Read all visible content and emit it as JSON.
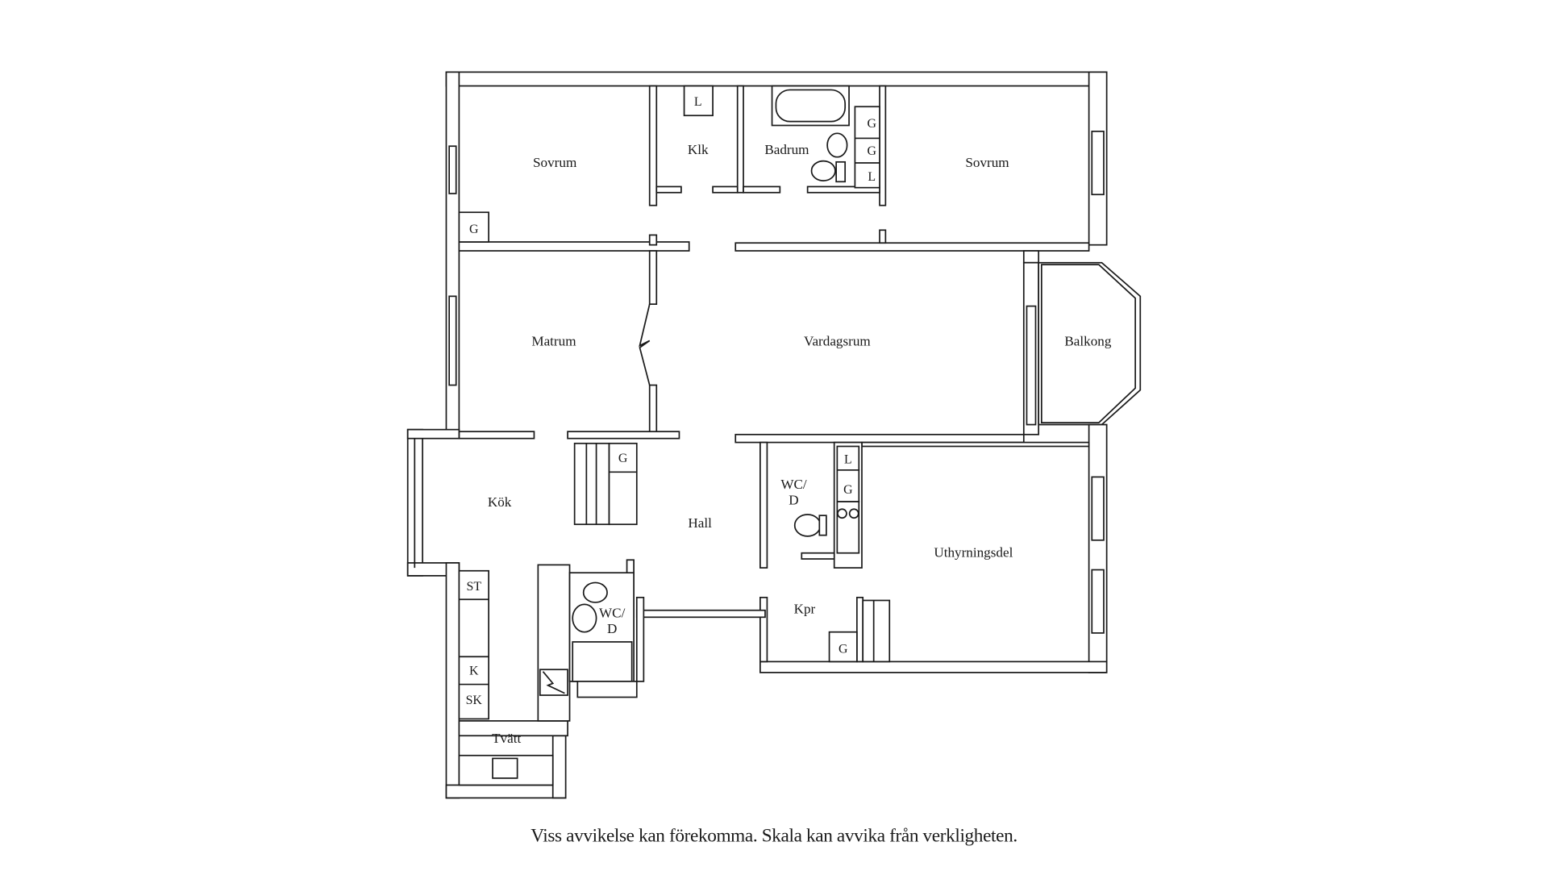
{
  "rooms": {
    "sovrum_left": "Sovrum",
    "klk": "Klk",
    "badrum": "Badrum",
    "sovrum_right": "Sovrum",
    "matrum": "Matrum",
    "vardagsrum": "Vardagsrum",
    "balkong": "Balkong",
    "kok": "Kök",
    "hall": "Hall",
    "wc_upper_1": "WC/",
    "wc_upper_2": "D",
    "wc_lower_1": "WC/",
    "wc_lower_2": "D",
    "uthyrningsdel": "Uthyrningsdel",
    "kpr": "Kpr",
    "tvatt": "Tvätt"
  },
  "fixtures": {
    "klk_l": "L",
    "bad_g1": "G",
    "bad_g2": "G",
    "bad_l": "L",
    "sovrum_g": "G",
    "hall_g": "G",
    "wc_l": "L",
    "wc_g": "G",
    "kok_st": "ST",
    "kok_k": "K",
    "kok_sk": "SK",
    "kpr_g": "G"
  },
  "disclaimer": "Viss avvikelse kan förekomma. Skala kan avvika från verkligheten."
}
